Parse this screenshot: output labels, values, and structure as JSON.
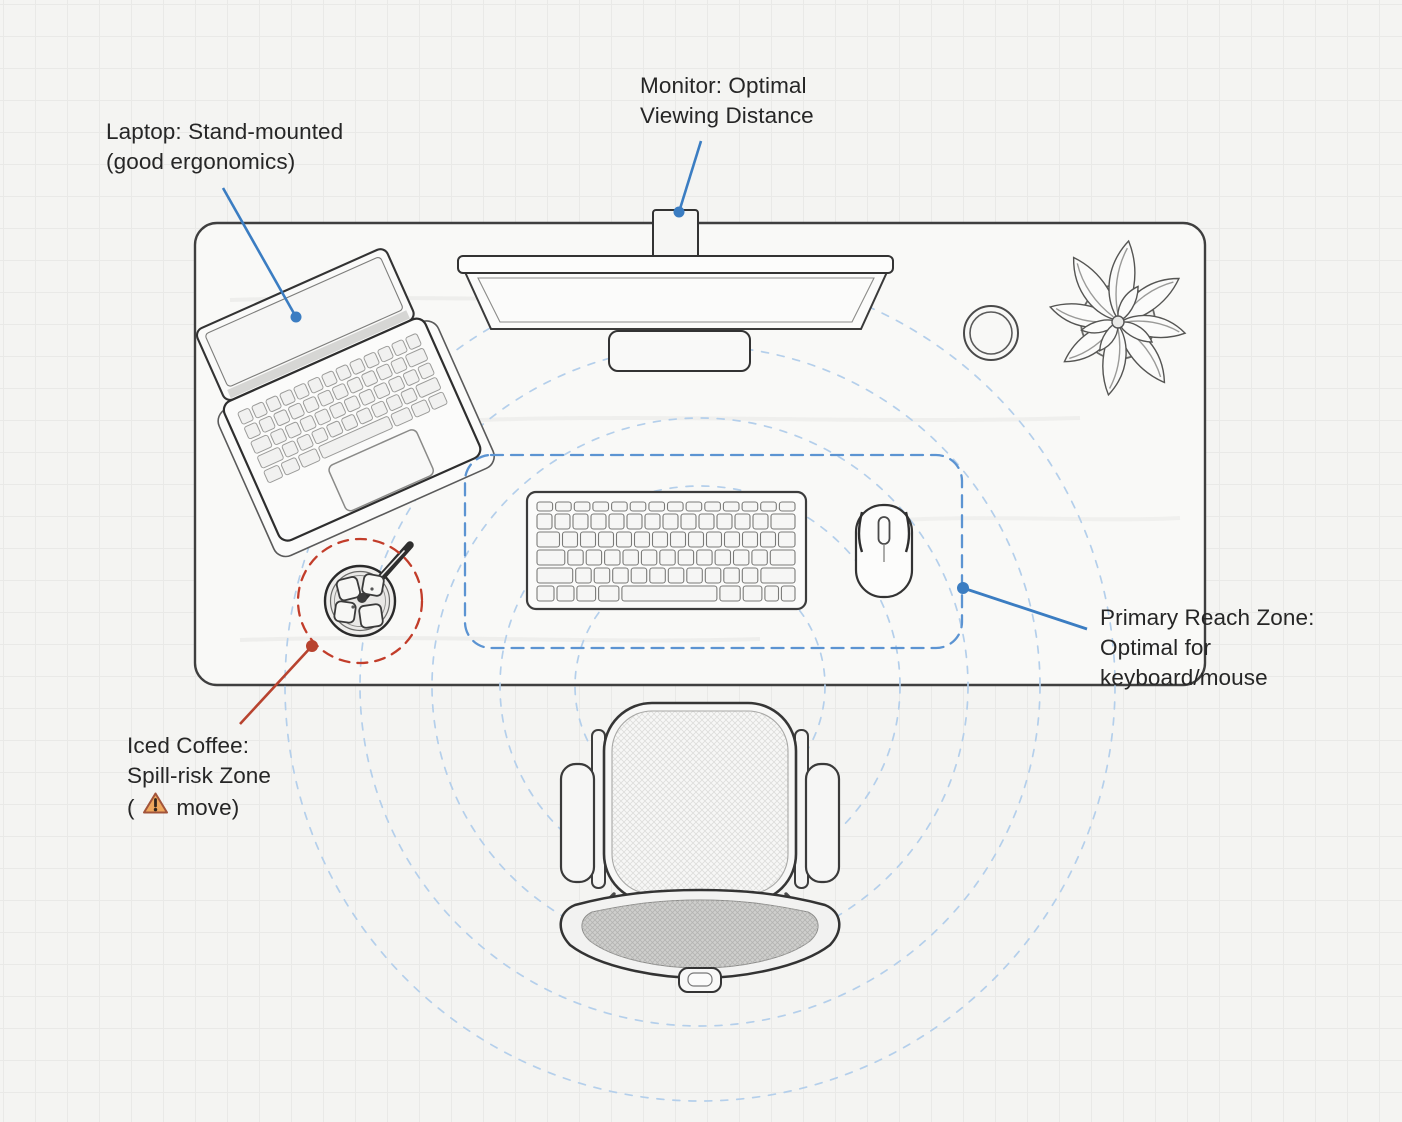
{
  "diagram_title": "",
  "annotations": {
    "laptop": {
      "lines": [
        "Laptop: Stand-mounted",
        "(good ergonomics)"
      ]
    },
    "monitor": {
      "lines": [
        "Monitor: Optimal",
        "Viewing Distance"
      ]
    },
    "reach_zone": {
      "lines": [
        "Primary Reach Zone:",
        "Optimal for",
        "keyboard/mouse"
      ]
    },
    "iced_coffee": {
      "line1": "Iced Coffee:",
      "line2": "Spill-risk Zone",
      "line3_prefix": "(",
      "line3_suffix": "move)",
      "warning_icon": "warning-triangle-icon"
    }
  },
  "objects": [
    "desk",
    "laptop",
    "monitor",
    "keyboard",
    "mouse",
    "coaster",
    "plant",
    "iced-coffee",
    "office-chair",
    "primary-reach-zone",
    "reach-arcs",
    "spill-risk-circle"
  ],
  "colors": {
    "annotation_blue": "#3b7dc2",
    "zone_dash_blue": "#5c94d2",
    "arc_dash_blue": "#b4cfeb",
    "spill_red": "#c23d2a",
    "red_leader": "#b8432f",
    "text": "#262626",
    "background": "#f4f4f2",
    "desk_fill": "#f9f9f7",
    "outline_dark": "#3a3a3a",
    "warning_fill": "#efa85e",
    "warning_border": "#a2543a"
  }
}
